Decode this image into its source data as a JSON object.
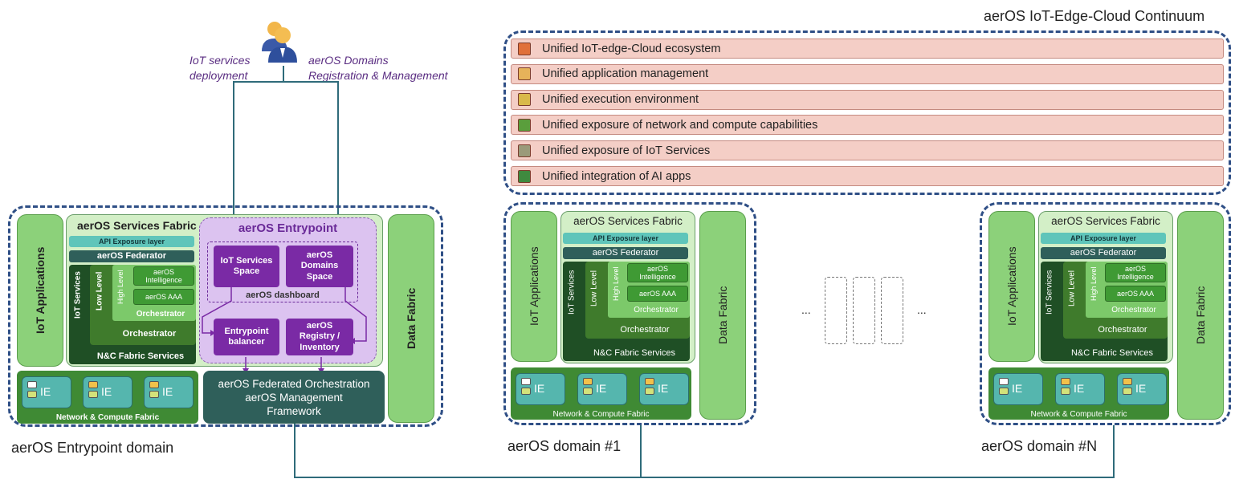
{
  "continuum_title": "aerOS IoT-Edge-Cloud Continuum",
  "continuum_rows": [
    {
      "label": "Unified IoT-edge-Cloud ecosystem",
      "icon": "ecosystem-icon",
      "icon_color": "#e0703a"
    },
    {
      "label": "Unified application management",
      "icon": "app-management-icon",
      "icon_color": "#e6b25a"
    },
    {
      "label": "Unified execution environment",
      "icon": "execution-icon",
      "icon_color": "#d9b94a"
    },
    {
      "label": "Unified exposure of network and compute capabilities",
      "icon": "network-compute-icon",
      "icon_color": "#5a9e3c"
    },
    {
      "label": "Unified exposure of IoT Services",
      "icon": "iot-services-icon",
      "icon_color": "#9a9a7a"
    },
    {
      "label": "Unified integration of AI apps",
      "icon": "ai-apps-icon",
      "icon_color": "#3f8a3f"
    }
  ],
  "user_labels": {
    "left": [
      "IoT services",
      "deployment"
    ],
    "right": [
      "aerOS Domains",
      "Registration & Management"
    ]
  },
  "entry_domain": {
    "label": "aerOS Entrypoint domain",
    "iot_applications": "IoT Applications",
    "data_fabric": "Data Fabric",
    "services_fabric_title": "aerOS Services Fabric",
    "api_layer": "API Exposure layer",
    "federator": "aerOS Federator",
    "iot_services": "IoT Services",
    "low_level": "Low Level",
    "high_level": "High Level",
    "intelligence": "aerOS Intelligence",
    "aaa": "aerOS AAA",
    "orchestrator_high": "Orchestrator",
    "orchestrator_low": "Orchestrator",
    "nc_fabric_services": "N&C Fabric Services",
    "entrypoint_title": "aerOS Entrypoint",
    "iot_services_space": "IoT Services Space",
    "domains_space": "aerOS Domains Space",
    "dashboard": "aerOS dashboard",
    "entrypoint_balancer": "Entrypoint balancer",
    "registry": "aerOS Registry / Inventory",
    "ie_label": "IE",
    "network_compute_fabric": "Network & Compute Fabric",
    "federated_orch_line1": "aerOS Federated Orchestration",
    "federated_orch_line2": "aerOS Management",
    "federated_orch_line3": "Framework"
  },
  "domain1": {
    "label": "aerOS domain #1",
    "iot_applications": "IoT Applications",
    "data_fabric": "Data Fabric",
    "services_fabric_title": "aerOS Services Fabric",
    "api_layer": "API Exposure layer",
    "federator": "aerOS Federator",
    "iot_services": "IoT Services",
    "low_level": "Low Level",
    "high_level": "High Level",
    "intelligence": "aerOS Intelligence",
    "aaa": "aerOS AAA",
    "orchestrator_high": "Orchestrator",
    "orchestrator_low": "Orchestrator",
    "nc_fabric_services": "N&C Fabric Services",
    "ie_label": "IE",
    "network_compute_fabric": "Network & Compute Fabric"
  },
  "domainN": {
    "label": "aerOS domain #N",
    "iot_applications": "IoT Applications",
    "data_fabric": "Data Fabric",
    "services_fabric_title": "aerOS Services Fabric",
    "api_layer": "API Exposure layer",
    "federator": "aerOS Federator",
    "iot_services": "IoT Services",
    "low_level": "Low Level",
    "high_level": "High Level",
    "intelligence": "aerOS Intelligence",
    "aaa": "aerOS AAA",
    "orchestrator_high": "Orchestrator",
    "orchestrator_low": "Orchestrator",
    "nc_fabric_services": "N&C Fabric Services",
    "ie_label": "IE",
    "network_compute_fabric": "Network & Compute Fabric"
  },
  "ellipsis": "..."
}
